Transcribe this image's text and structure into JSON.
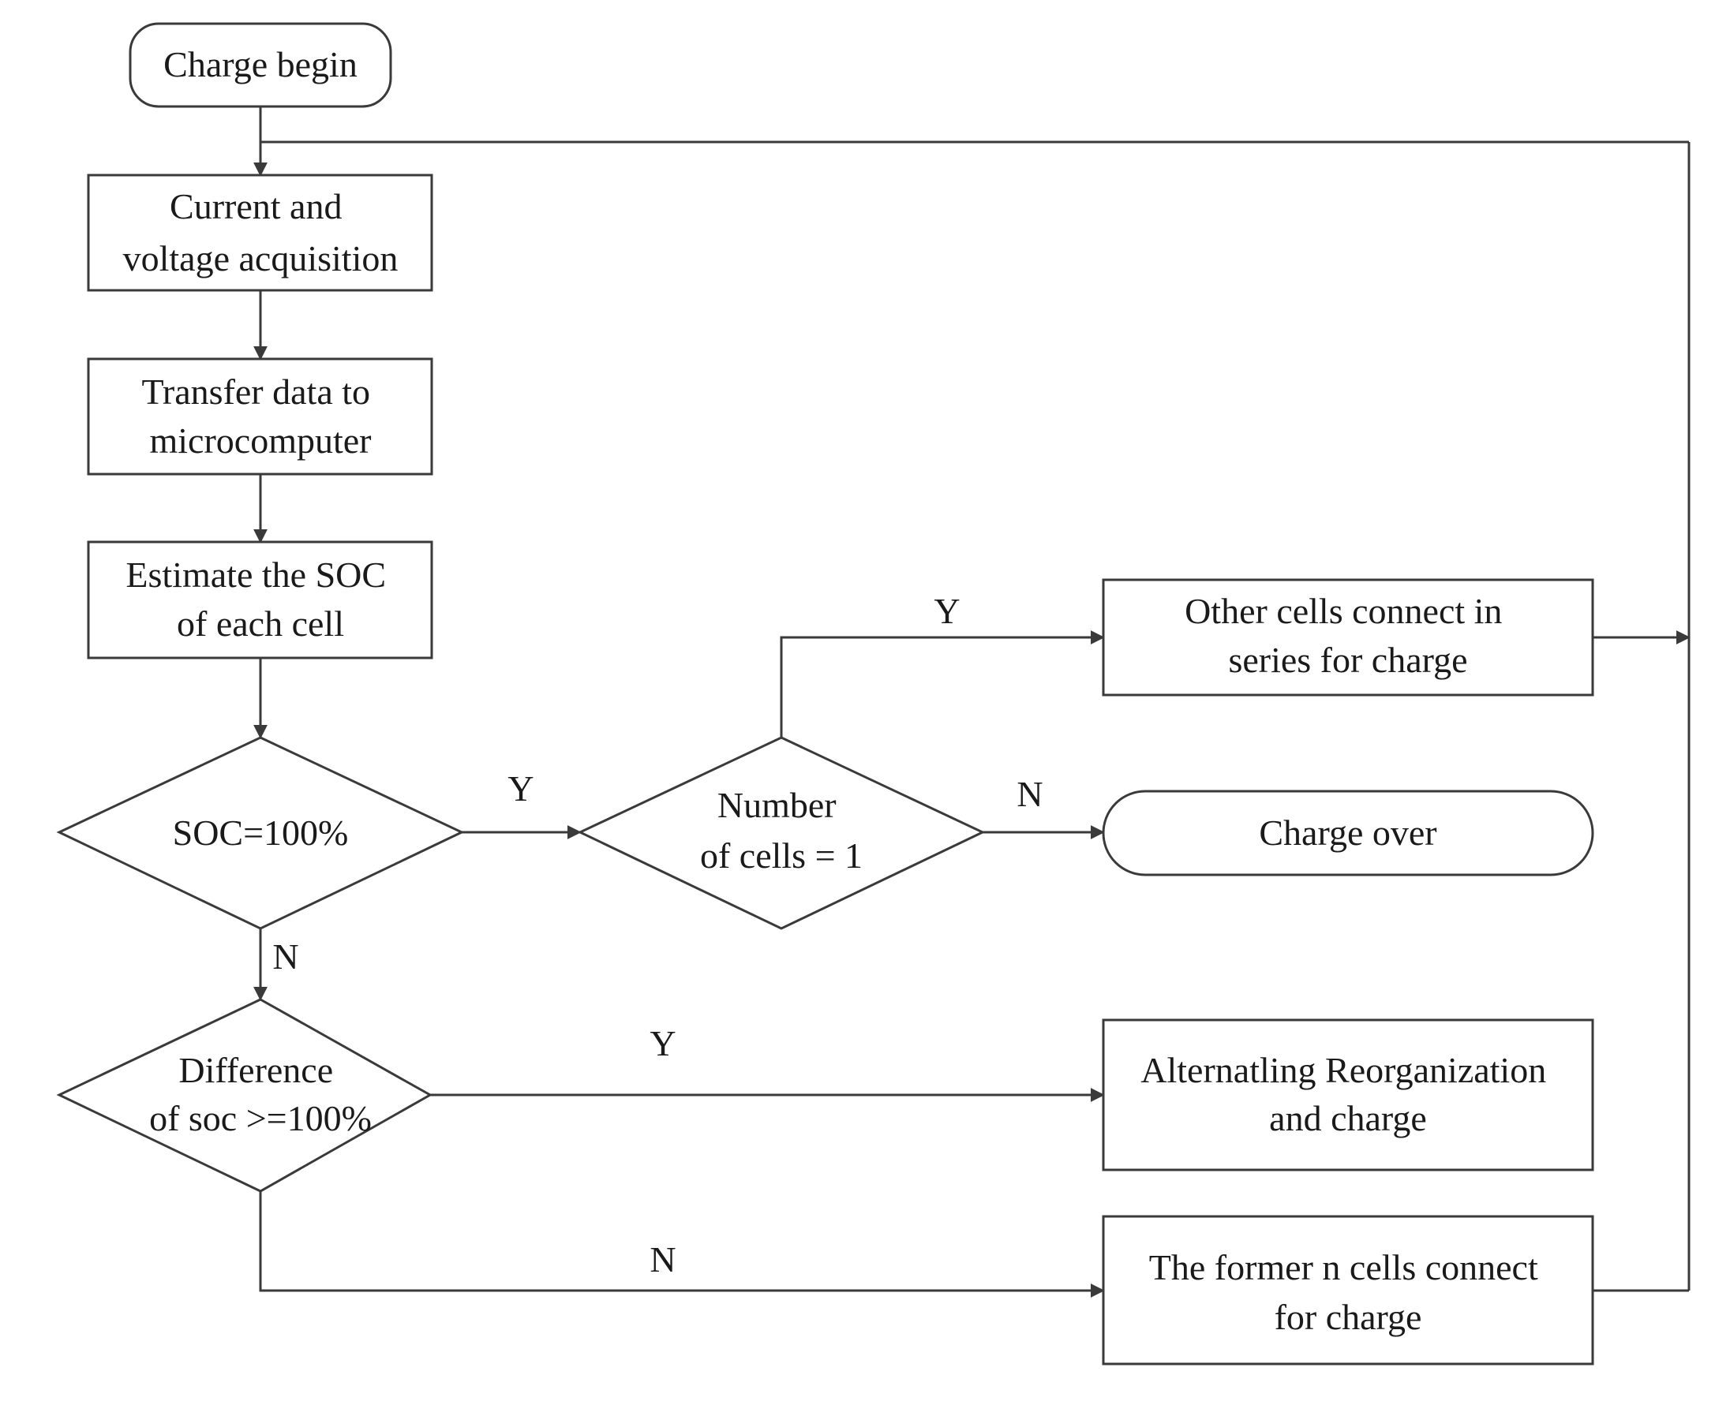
{
  "nodes": {
    "start": {
      "lines": [
        "Charge begin"
      ]
    },
    "acquire": {
      "lines": [
        "Current and",
        "voltage acquisition"
      ]
    },
    "transfer": {
      "lines": [
        "Transfer data to",
        "microcomputer"
      ]
    },
    "estimate": {
      "lines": [
        "Estimate the SOC",
        "of each cell"
      ]
    },
    "soc_full": {
      "lines": [
        "SOC=100%"
      ]
    },
    "num_cells": {
      "lines": [
        "Number",
        "of cells = 1"
      ]
    },
    "other_cells": {
      "lines": [
        "Other cells connect in",
        "series for charge"
      ]
    },
    "charge_over": {
      "lines": [
        "Charge over"
      ]
    },
    "diff_soc": {
      "lines": [
        "Difference",
        "of soc >=100%"
      ]
    },
    "alternating": {
      "lines": [
        "Alternatling Reorganization",
        "and charge"
      ]
    },
    "former_n": {
      "lines": [
        "The former n cells connect",
        "for charge"
      ]
    }
  },
  "edge_labels": {
    "soc_full_yes": "Y",
    "soc_full_no": "N",
    "num_cells_yes": "Y",
    "num_cells_no": "N",
    "diff_yes": "Y",
    "diff_no": "N"
  },
  "colors": {
    "line": "#3a3a3a",
    "text": "#1a1a1a",
    "fill": "#ffffff"
  }
}
